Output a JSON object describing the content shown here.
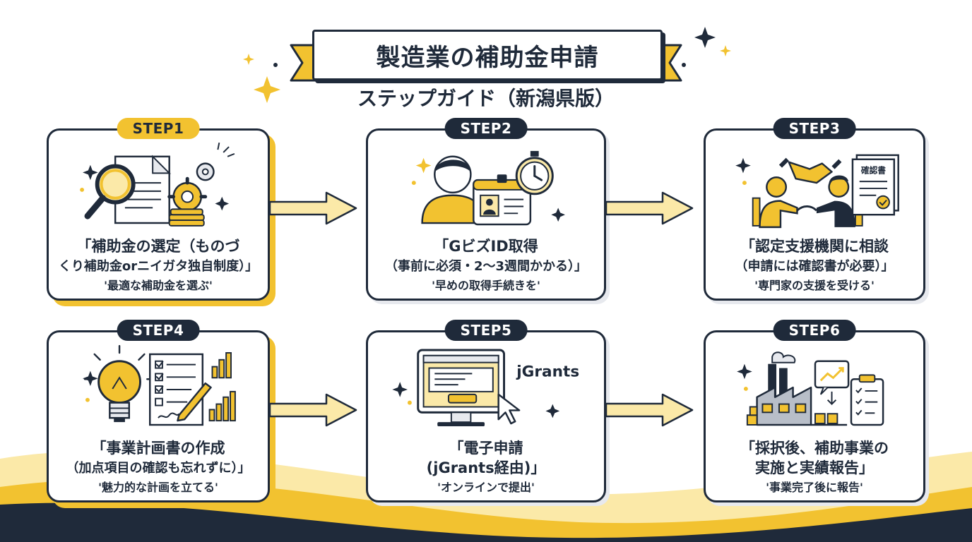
{
  "header": {
    "title": "製造業の補助金申請",
    "subtitle": "ステップガイド（新潟県版）"
  },
  "steps": [
    {
      "label": "STEP1",
      "line1": "「補助金の選定（ものづ",
      "line2": "くり補助金orニイガタ独自制度）」",
      "line3": "'最適な補助金を選ぶ'"
    },
    {
      "label": "STEP2",
      "line1": "「GビズID取得",
      "line2": "（事前に必須・2〜3週間かかる）」",
      "line3": "'早めの取得手続きを'"
    },
    {
      "label": "STEP3",
      "line1": "「認定支援機関に相談",
      "line2": "（申請には確認書が必要）」",
      "line3": "'専門家の支援を受ける'"
    },
    {
      "label": "STEP4",
      "line1": "「事業計画書の作成",
      "line2": "（加点項目の確認も忘れずに）」",
      "line3": "'魅力的な計画を立てる'"
    },
    {
      "label": "STEP5",
      "line1": "「電子申請",
      "line2": "(jGrants経由)」",
      "line3": "'オンラインで提出'"
    },
    {
      "label": "STEP6",
      "line1": "「採択後、補助事業の",
      "line2": "実施と実績報告」",
      "line3": "'事業完了後に報告'"
    }
  ],
  "illustrations": {
    "step3_document": "確認書",
    "step5_logo": "jGrants"
  },
  "colors": {
    "navy": "#1f2a3a",
    "yellow": "#f2c230",
    "pale_yellow": "#fbe9a8",
    "light_gray": "#e7e9ee"
  }
}
